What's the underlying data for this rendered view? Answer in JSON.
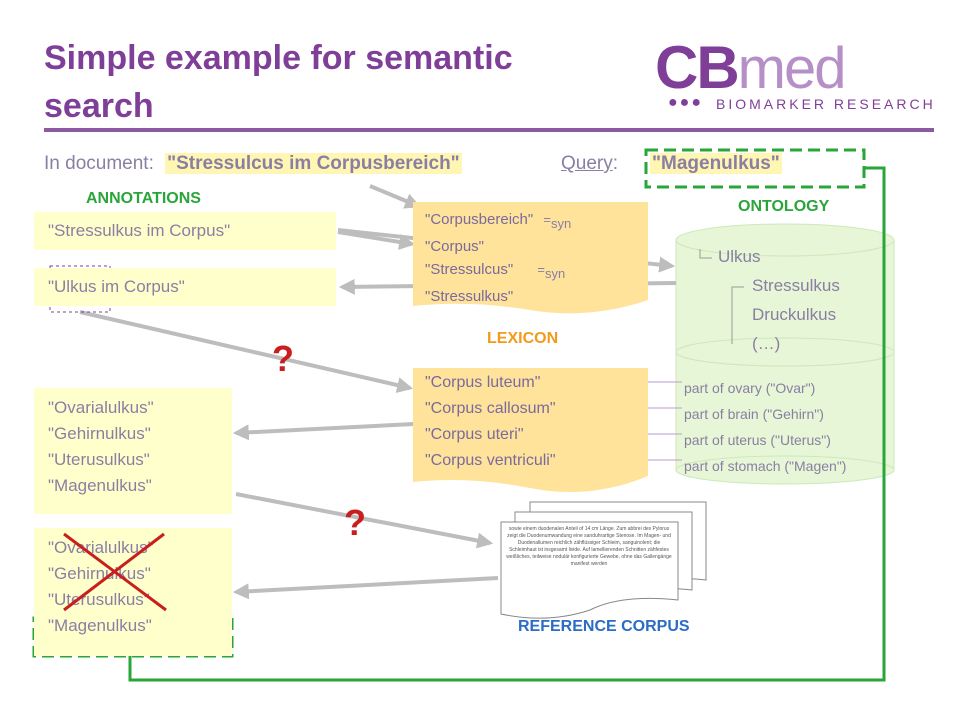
{
  "title": "Simple example for semantic search",
  "logo": {
    "mark_bold": "CB",
    "mark_light": "med",
    "dots": "●●●",
    "tagline": "BIOMARKER RESEARCH"
  },
  "query_row": {
    "in_document_label": "In document:",
    "document_text": "\"Stressulcus im Corpusbereich\"",
    "query_label": "Query",
    "query_colon": ":",
    "query_text": "\"Magenulkus\""
  },
  "sections": {
    "annotations": "ANNOTATIONS",
    "ontology": "ONTOLOGY",
    "lexicon": "LEXICON",
    "reference_corpus": "REFERENCE CORPUS"
  },
  "annotations": [
    "\"Stressulkus im Corpus\"",
    "\"Ulkus im Corpus\""
  ],
  "lexicon_top": [
    {
      "text": "\"Corpusbereich\"",
      "eq": "=",
      "sub": "syn"
    },
    {
      "text": "\"Corpus\"",
      "eq": "",
      "sub": ""
    },
    {
      "text": "\"Stressulcus\"",
      "eq": "=",
      "sub": "syn"
    },
    {
      "text": "\"Stressulkus\"",
      "eq": "",
      "sub": ""
    }
  ],
  "ontology": {
    "root": "Ulkus",
    "children": [
      "Stressulkus",
      "Druckulkus",
      "(…)"
    ]
  },
  "lexicon_bottom": [
    "\"Corpus luteum\"",
    "\"Corpus callosum\"",
    "\"Corpus uteri\"",
    "\"Corpus ventriculi\""
  ],
  "ontology_parts": [
    "part of ovary (\"Ovar\")",
    "part of brain (\"Gehirn\")",
    "part of uterus (\"Uterus\")",
    "part of stomach (\"Magen\")"
  ],
  "candidates": [
    "\"Ovarialulkus\"",
    "\"Gehirnulkus\"",
    "\"Uterusulkus\"",
    "\"Magenulkus\""
  ],
  "filtered": [
    "\"Ovarialulkus\"",
    "\"Gehirnulkus\"",
    "\"Uterusulkus\"",
    "\"Magenulkus\""
  ],
  "question_marks": [
    "?",
    "?"
  ],
  "corpus_snippet": "sowie einem duodenalen Anteil of 14 cm Länge. Zum abbrei des Pylorus zeigt die Duodenumwandung eine sanduhrartige Stenose. Im Magen- und Duodenallumen reichlich zähflüssiger Schleim, sanguinolent; die Schleimhaut ist insgesamt livide. Auf lamellierenden Schnitten zähfestes weißliches, teilweise nodulär konfigurierte Gewebe, ohne das Gallengänge manifest werden",
  "colors": {
    "title": "#7f3f98",
    "green": "#2aa53a",
    "orange": "#f29a1a",
    "blue": "#2a6cc6",
    "red": "#c81e1e",
    "yellow_box": "#ffffcc",
    "lexicon_box": "#ffe39b",
    "ontology": "#e6f6d6"
  }
}
